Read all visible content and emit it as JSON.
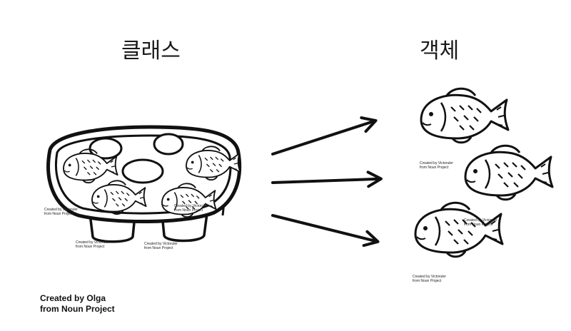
{
  "titles": {
    "class": "클래스",
    "object": "객체"
  },
  "credits": {
    "main": [
      "Created by Olga",
      "from Noun Project"
    ],
    "small_1": [
      "Created by Victoruler",
      "from Noun Project"
    ],
    "small_2": [
      "Created by Victoruler",
      "from Noun Project"
    ],
    "small_3": [
      "Created by Victoruler",
      "from Noun Project"
    ],
    "small_4": [
      "Created by Victoruler",
      "from Noun Project"
    ],
    "small_5": [
      "Created by Victoruler",
      "from Noun Project"
    ],
    "small_6": [
      "Created by Victoruler",
      "from Noun Project"
    ],
    "small_7": [
      "Created by Victoruler",
      "from Noun Project"
    ]
  },
  "icons": {
    "class": "taiyaki-mold-icon",
    "object": "taiyaki-fish-icon",
    "relation": "arrow-right-icon"
  },
  "colors": {
    "stroke": "#111111",
    "background": "#ffffff"
  }
}
